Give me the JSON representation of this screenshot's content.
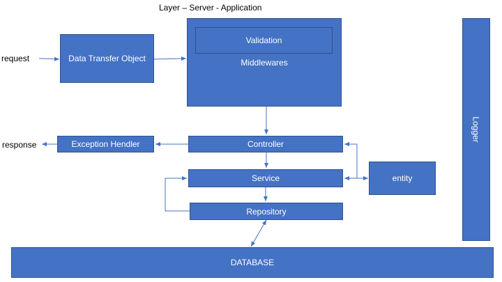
{
  "title": "Layer – Server - Application",
  "labels": {
    "request": "request",
    "response": "response"
  },
  "boxes": {
    "dto": "Data Transfer Object",
    "validation": "Validation",
    "middlewares": "Middlewares",
    "logger": "Logger",
    "exception_handler": "Exception Hendler",
    "controller": "Controller",
    "service": "Service",
    "repository": "Repository",
    "entity": "entity",
    "database": "DATABASE"
  },
  "colors": {
    "box_fill": "#4472c4",
    "box_border": "#2f528f",
    "box_text": "#ffffff",
    "arrow": "#4472c4"
  }
}
